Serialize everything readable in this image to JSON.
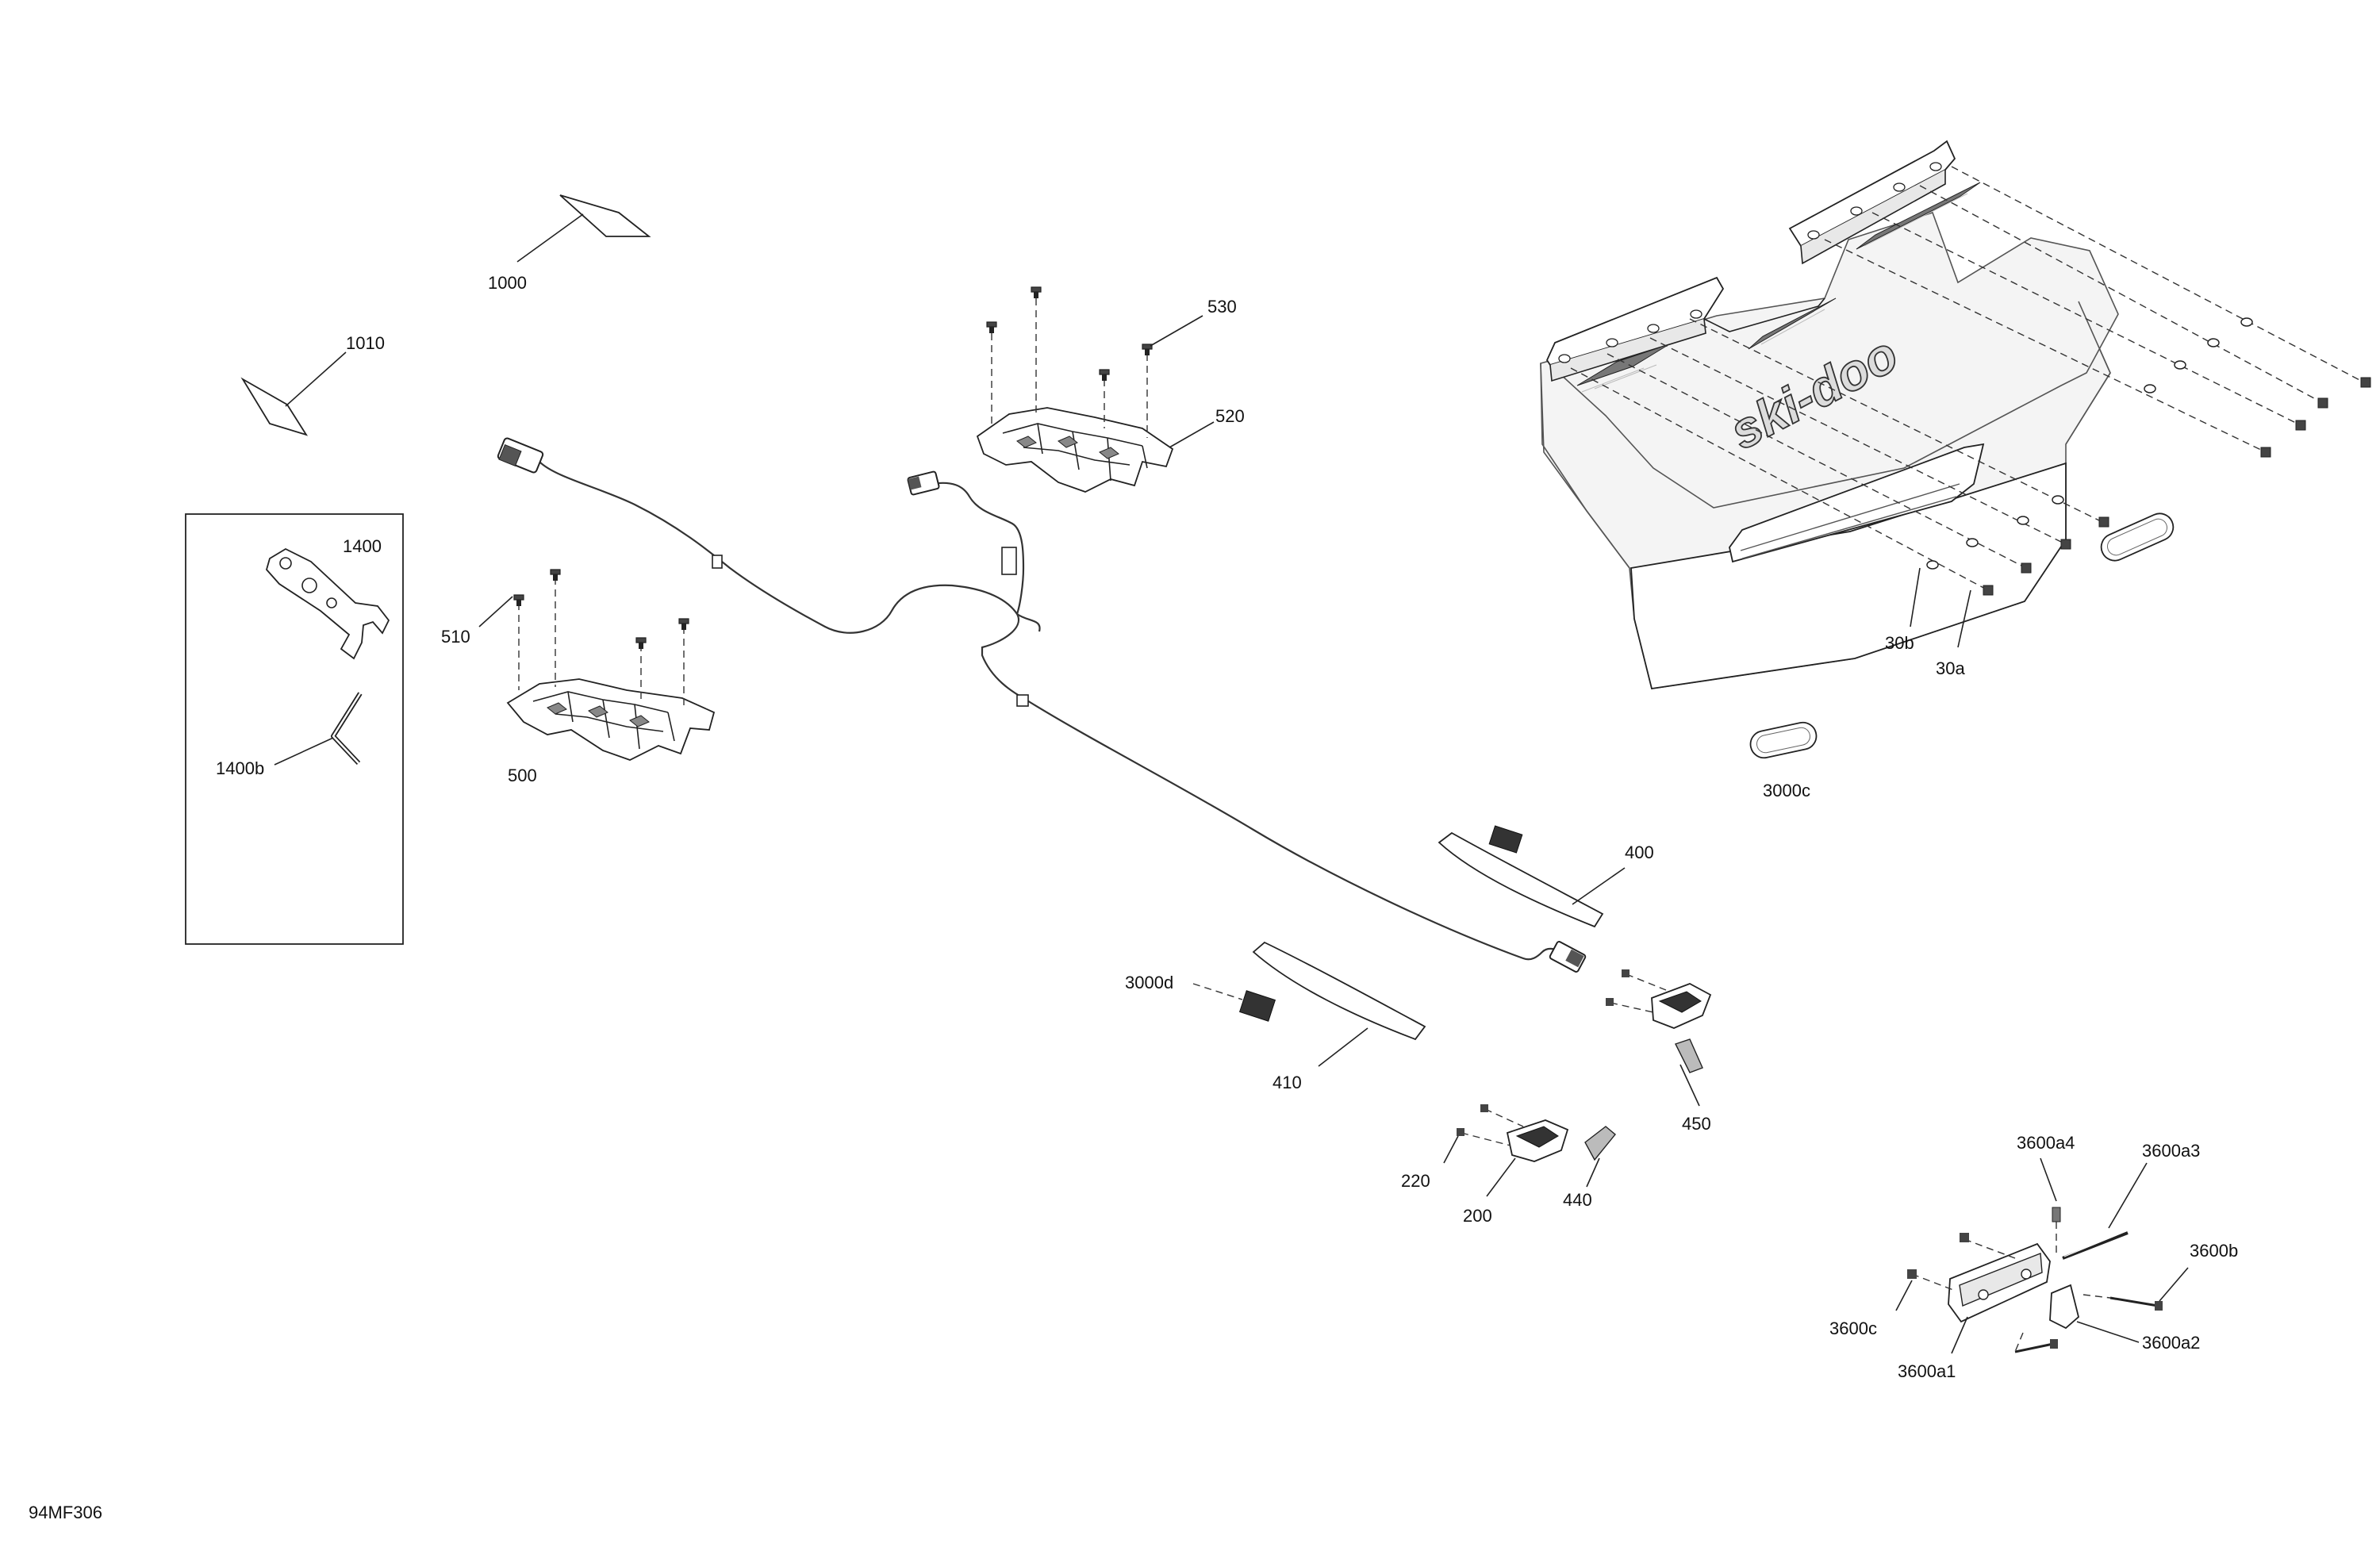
{
  "drawing_id": "94MF306",
  "brand_mark": "ski-doo",
  "callouts": {
    "p1000": "1000",
    "p1010": "1010",
    "p1400": "1400",
    "p1400b": "1400b",
    "p510": "510",
    "p500": "500",
    "p530": "530",
    "p520": "520",
    "p30b": "30b",
    "p30a": "30a",
    "p3000c": "3000c",
    "p400": "400",
    "p3000d": "3000d",
    "p410": "410",
    "p450": "450",
    "p220": "220",
    "p200": "200",
    "p440": "440",
    "p3600a4": "3600a4",
    "p3600a3": "3600a3",
    "p3600b": "3600b",
    "p3600c": "3600c",
    "p3600a2": "3600a2",
    "p3600a1": "3600a1"
  }
}
